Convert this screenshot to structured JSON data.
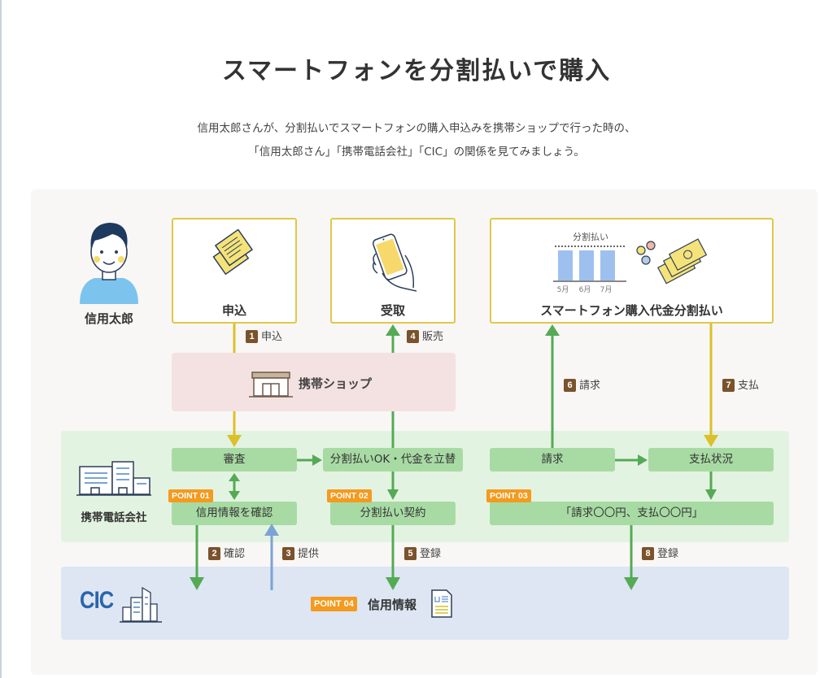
{
  "header": {
    "title": "スマートフォンを分割払いで購入",
    "lead_line1": "信用太郎さんが、分割払いでスマートフォンの購入申込みを携帯ショップで行った時の、",
    "lead_line2": "「信用太郎さん」「携帯電話会社」「CIC」の関係を見てみましょう。"
  },
  "actors": {
    "person": {
      "label": "信用太郎",
      "icon": "person-icon"
    },
    "shop": {
      "label": "携帯ショップ",
      "icon": "shop-icon"
    },
    "telco": {
      "label": "携帯電話会社",
      "icon": "office-buildings-icon"
    },
    "cic": {
      "label": "CIC",
      "icon": "city-buildings-icon"
    }
  },
  "cards": {
    "apply": {
      "label": "申込",
      "icon": "documents-icon"
    },
    "receive": {
      "label": "受取",
      "icon": "smartphone-in-hand-icon"
    },
    "installment": {
      "label": "スマートフォン購入代金分割払い",
      "mini_chart_title": "分割払い",
      "months": [
        "5月",
        "6月",
        "7月"
      ],
      "icon": "money-bills-coins-icon"
    }
  },
  "process_boxes": {
    "screening": "審査",
    "check_credit": "信用情報を確認",
    "approval": "分割払いOK・代金を立替",
    "contract": "分割払い契約",
    "billing": "請求",
    "payment_status": "支払状況",
    "record": "「請求〇〇円、支払〇〇円」",
    "credit_info": "信用情報"
  },
  "points": {
    "p1": "POINT 01",
    "p2": "POINT 02",
    "p3": "POINT 03",
    "p4": "POINT 04"
  },
  "steps": [
    {
      "num": "1",
      "label": "申込"
    },
    {
      "num": "2",
      "label": "確認"
    },
    {
      "num": "3",
      "label": "提供"
    },
    {
      "num": "4",
      "label": "販売"
    },
    {
      "num": "5",
      "label": "登録"
    },
    {
      "num": "6",
      "label": "請求"
    },
    {
      "num": "7",
      "label": "支払"
    },
    {
      "num": "8",
      "label": "登録"
    }
  ],
  "colors": {
    "yellow_flow": "#dcc02a",
    "green_flow": "#55aa55",
    "blue_flow": "#7aa3d6",
    "point_badge": "#f49a1e",
    "step_badge": "#7a522b"
  }
}
